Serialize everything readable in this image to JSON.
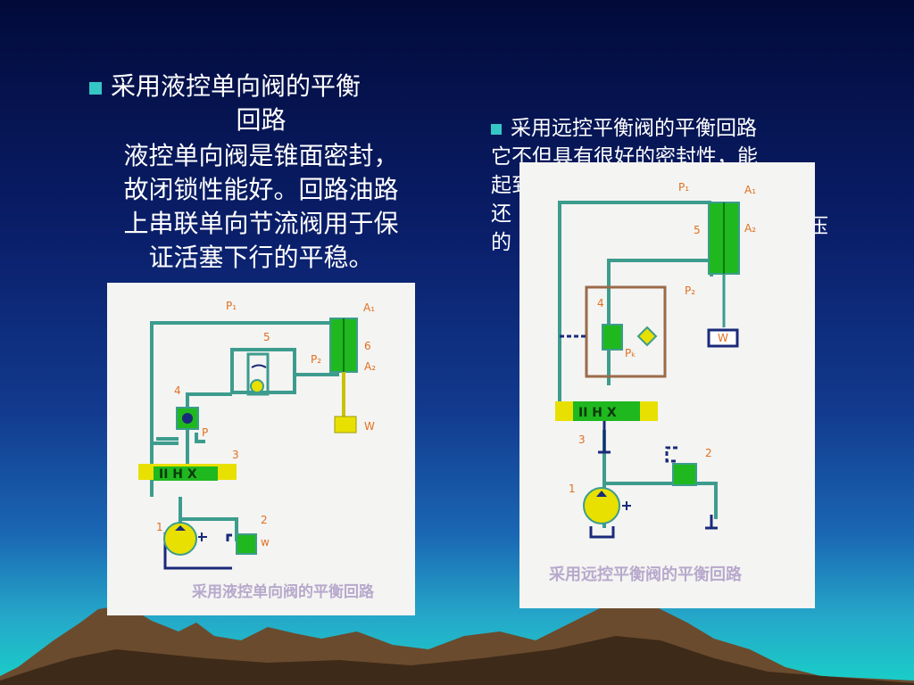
{
  "left": {
    "heading_line1": "采用液控单向阀的平衡",
    "heading_line2": "回路",
    "body_lines": [
      "液控单向阀是锥面密封，",
      "故闭锁性能好。回路油路",
      "上串联单向节流阀用于保",
      "证活塞下行的平稳。"
    ],
    "diagram": {
      "labels": {
        "p1": "P₁",
        "a1": "A₁",
        "n6": "6",
        "p2": "P₂",
        "a2": "A₂",
        "n5": "5",
        "n4": "4",
        "p": "P",
        "n3": "3",
        "n1": "1",
        "n2": "2",
        "w": "W",
        "w2": "w"
      },
      "caption": "采用液控单向阀的平衡回路"
    }
  },
  "right": {
    "heading": "采用远控平衡阀的平衡回路",
    "body_lines": [
      "它不但具有很好的密封性，能",
      "起到",
      "还",
      "的"
    ],
    "body_tail": "压",
    "diagram": {
      "labels": {
        "p1": "P₁",
        "a1": "A₁",
        "n5": "5",
        "a2": "A₂",
        "p2": "P₂",
        "n4": "4",
        "pk": "Pₖ",
        "w": "W",
        "n3": "3",
        "n1": "1",
        "n2": "2"
      },
      "caption": "采用远控平衡阀的平衡回路"
    }
  },
  "colors": {
    "bullet": "#35c6c6",
    "pipe": "#3d9c8e",
    "green": "#1fb81f",
    "yellow": "#e8e000",
    "brown": "#9b6a4a",
    "caption": "#b7a9cc"
  }
}
